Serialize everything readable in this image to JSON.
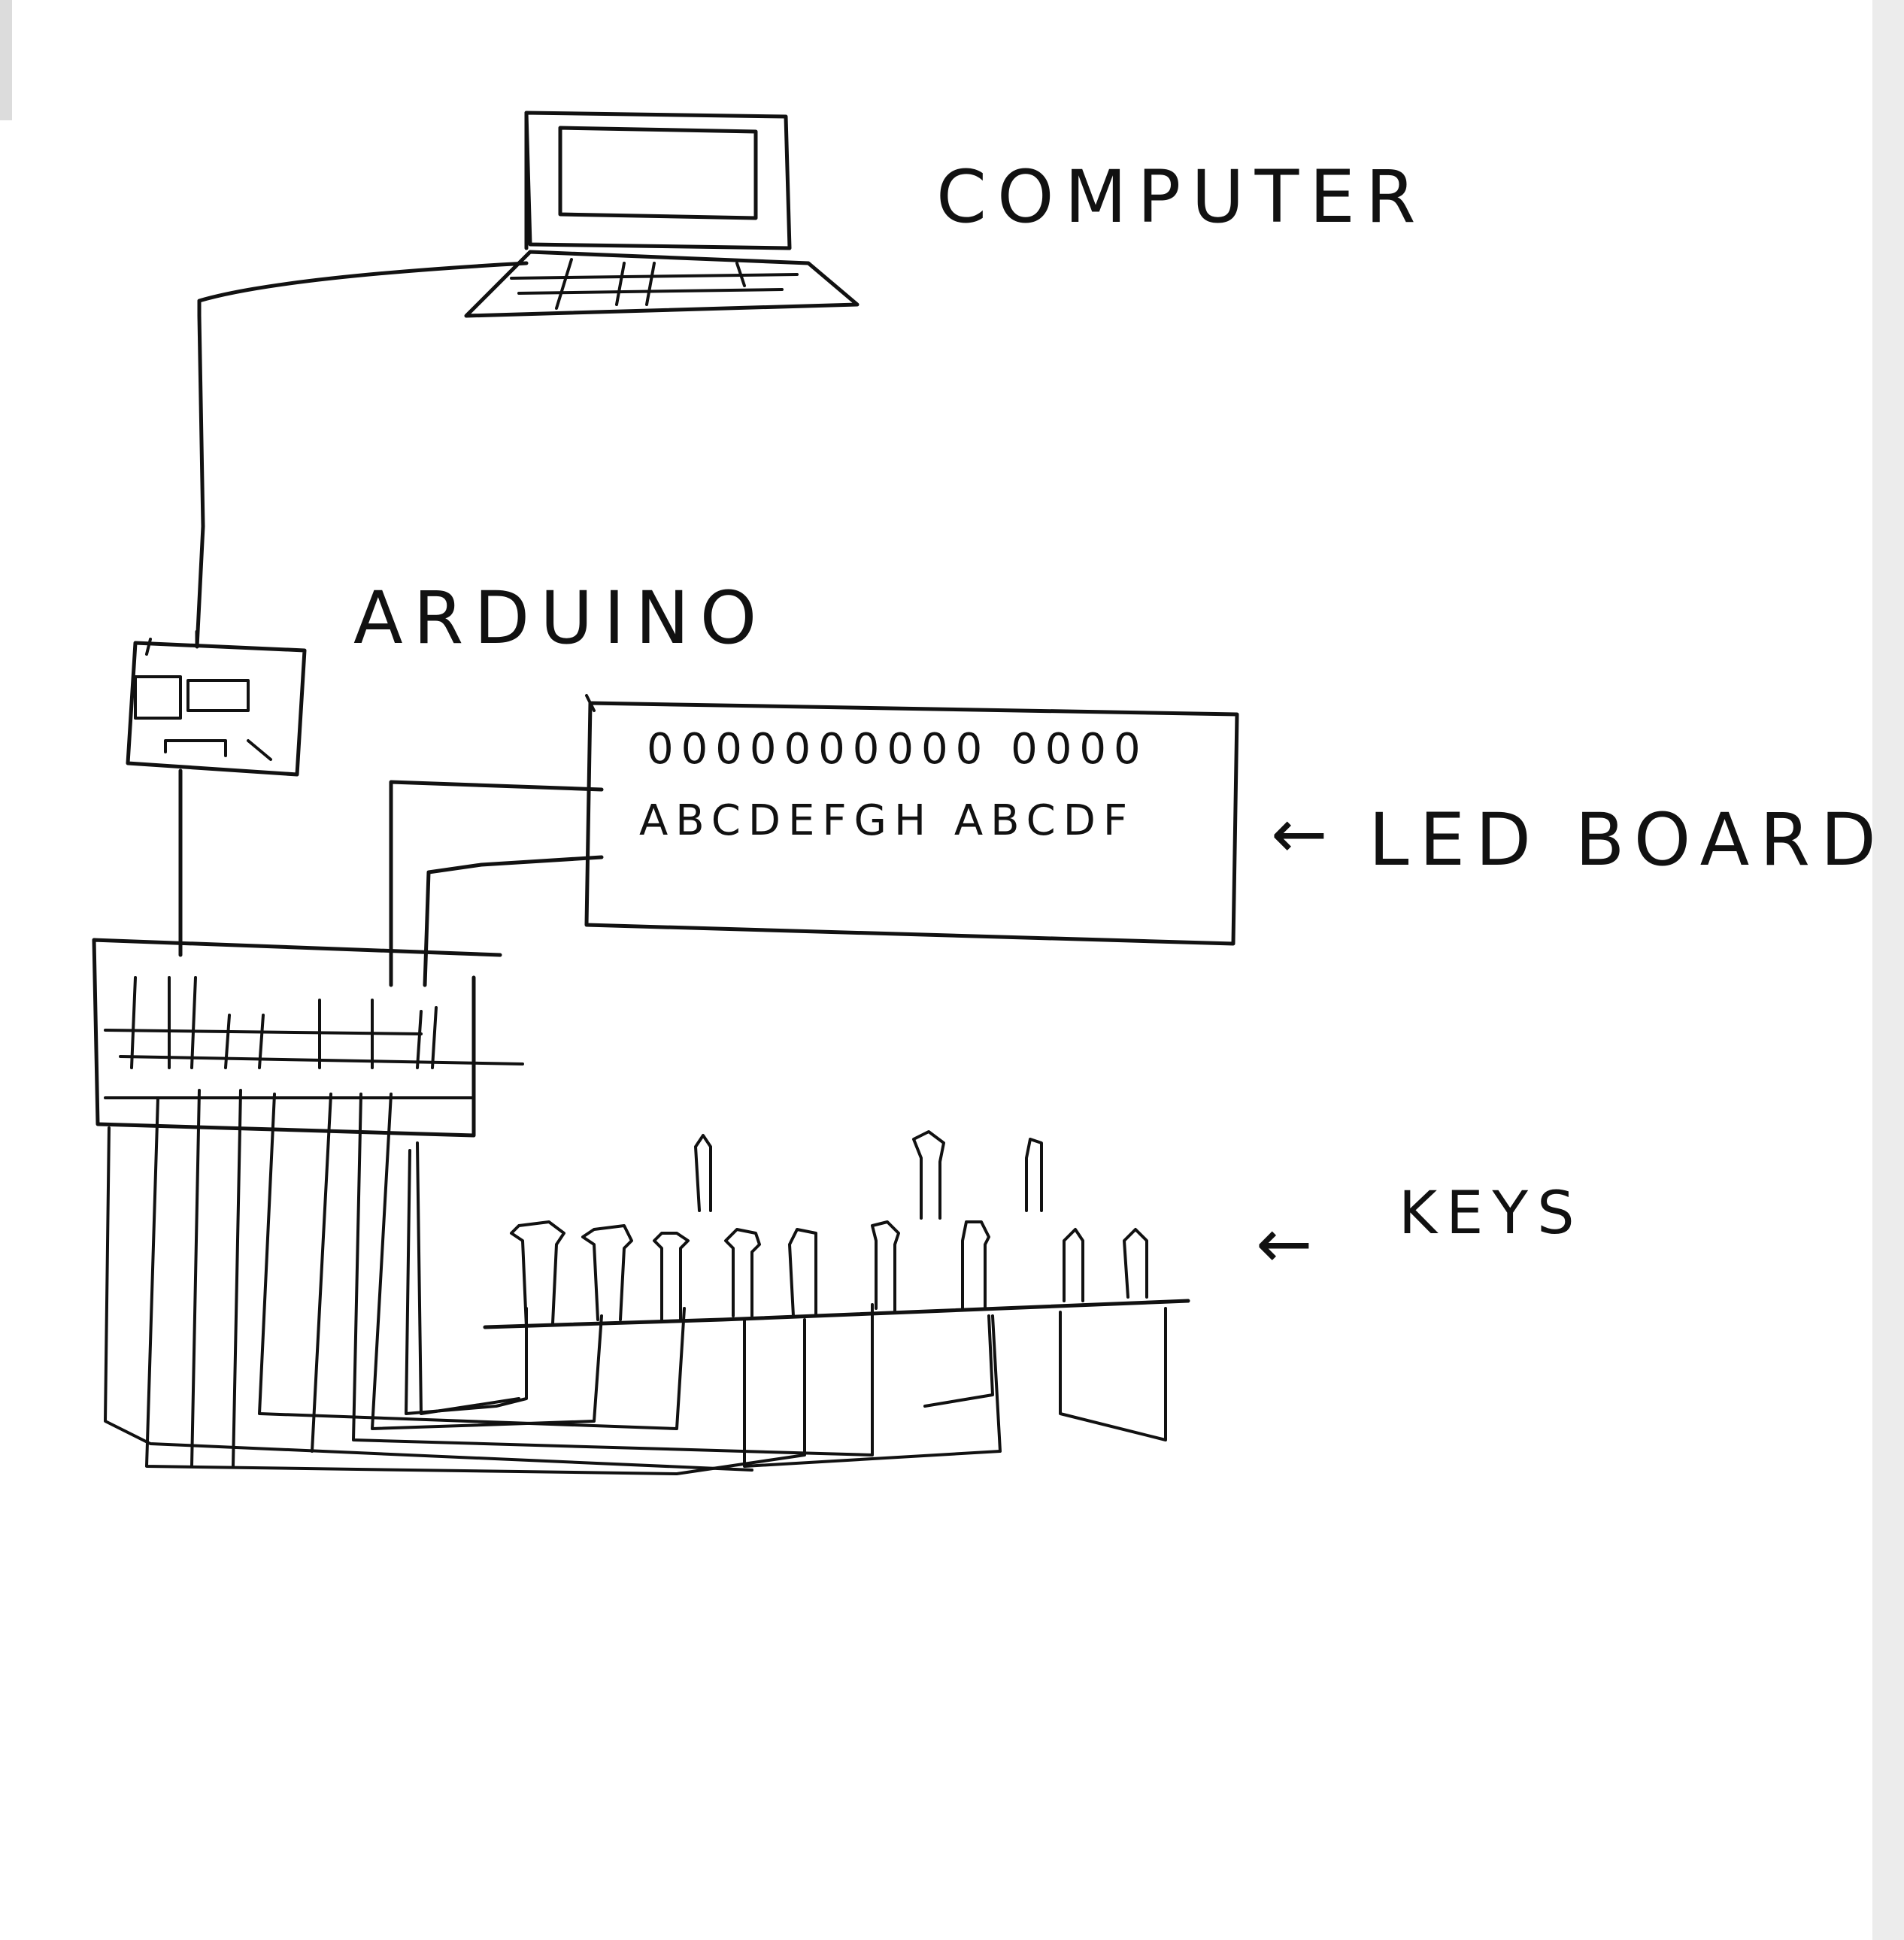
{
  "labels": {
    "computer": "COMPUTER",
    "arduino": "ARDUINO",
    "led_board": "LED BOARD",
    "keys": "KEYS",
    "arrow": "←"
  },
  "led_board": {
    "led_row": "0000000000 0000",
    "letter_row": "ABCDEFGH ABCDF"
  },
  "colors": {
    "paper": "#ffffff",
    "ink": "#111111"
  }
}
